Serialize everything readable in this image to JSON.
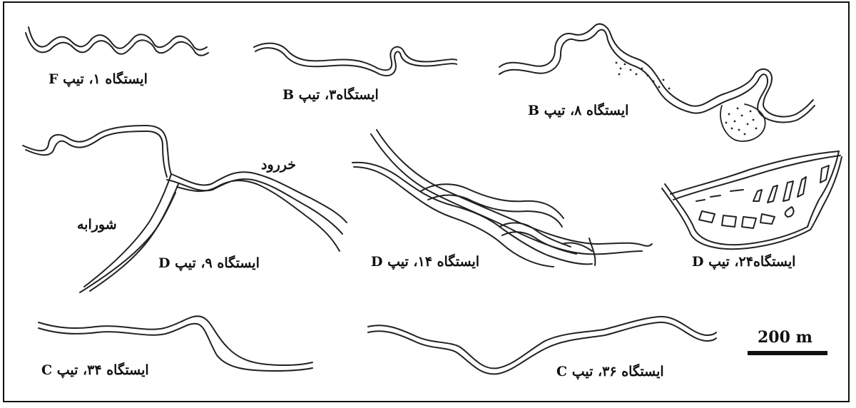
{
  "figure": {
    "panels": [
      {
        "id": "s1",
        "label": "ایستگاه ۱، تیپ F"
      },
      {
        "id": "s3",
        "label": "ایستگاه۳، تیپ B"
      },
      {
        "id": "s8",
        "label": "ایستگاه ۸، تیپ B"
      },
      {
        "id": "s9",
        "label": "ایستگاه ۹، تیپ D",
        "rivers": [
          "خررود",
          "شورابه"
        ]
      },
      {
        "id": "s14",
        "label": "ایستگاه ۱۴، تیپ D"
      },
      {
        "id": "s24",
        "label": "ایستگاه۲۴، تیپ D"
      },
      {
        "id": "s34",
        "label": "ایستگاه ۳۴، تیپ C"
      },
      {
        "id": "s36",
        "label": "ایستگاه ۳۶، تیپ C"
      }
    ],
    "scale_bar": {
      "label": "200 m"
    }
  }
}
